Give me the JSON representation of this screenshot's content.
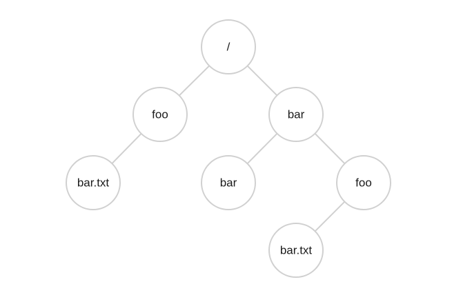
{
  "tree": {
    "nodes": [
      {
        "id": "root",
        "label": "/"
      },
      {
        "id": "foo",
        "label": "foo"
      },
      {
        "id": "bar",
        "label": "bar"
      },
      {
        "id": "foo-bar-txt",
        "label": "bar.txt"
      },
      {
        "id": "bar-bar",
        "label": "bar"
      },
      {
        "id": "bar-foo",
        "label": "foo"
      },
      {
        "id": "bar-foo-bar-txt",
        "label": "bar.txt"
      }
    ],
    "edges": [
      {
        "from": "root",
        "to": "foo"
      },
      {
        "from": "root",
        "to": "bar"
      },
      {
        "from": "foo",
        "to": "foo-bar-txt"
      },
      {
        "from": "bar",
        "to": "bar-bar"
      },
      {
        "from": "bar",
        "to": "bar-foo"
      },
      {
        "from": "bar-foo",
        "to": "bar-foo-bar-txt"
      }
    ]
  },
  "colors": {
    "stroke": "#d0d0d0",
    "fill": "#ffffff",
    "text": "#1a1a1a"
  }
}
